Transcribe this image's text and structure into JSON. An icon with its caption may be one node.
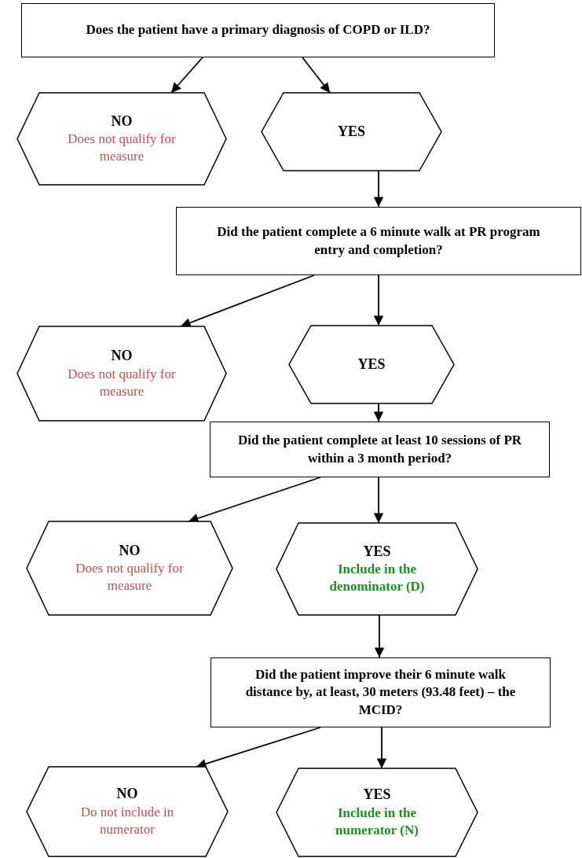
{
  "diagram": {
    "nodes": [
      {
        "text": [
          "Does the patient have a primary diagnosis of COPD or ILD?"
        ]
      },
      {
        "text": [
          "NO",
          "Does not qualify for measure"
        ]
      },
      {
        "text": [
          "YES"
        ]
      },
      {
        "text": [
          "Did the patient complete a 6 minute walk at PR program entry and completion?"
        ]
      },
      {
        "text": [
          "NO",
          "Does not qualify for measure"
        ]
      },
      {
        "text": [
          "YES"
        ]
      },
      {
        "text": [
          "Did the patient complete at least 10 sessions of PR within a 3 month period?"
        ]
      },
      {
        "text": [
          "NO",
          "Does not qualify for measure"
        ]
      },
      {
        "text": [
          "YES",
          "Include in the denominator (D)"
        ]
      },
      {
        "text": [
          "Did the patient improve their 6 minute walk distance by, at least, 30 meters (93.48 feet) – the MCID?"
        ]
      },
      {
        "text": [
          "NO",
          "Do not include in numerator"
        ]
      },
      {
        "text": [
          "YES",
          "Include in the numerator (N)"
        ]
      }
    ],
    "edges": [
      {
        "from": 0,
        "to": 1,
        "arrow": "to"
      },
      {
        "from": 0,
        "to": 2,
        "arrow": "to"
      },
      {
        "from": 2,
        "to": 3,
        "arrow": "to"
      },
      {
        "from": 3,
        "to": 4,
        "arrow": "to"
      },
      {
        "from": 3,
        "to": 5,
        "arrow": "to"
      },
      {
        "from": 5,
        "to": 6,
        "arrow": "to"
      },
      {
        "from": 6,
        "to": 7,
        "arrow": "to"
      },
      {
        "from": 6,
        "to": 8,
        "arrow": "to"
      },
      {
        "from": 8,
        "to": 9,
        "arrow": "to"
      },
      {
        "from": 9,
        "to": 10,
        "arrow": "to"
      },
      {
        "from": 9,
        "to": 11,
        "arrow": "to"
      }
    ]
  }
}
